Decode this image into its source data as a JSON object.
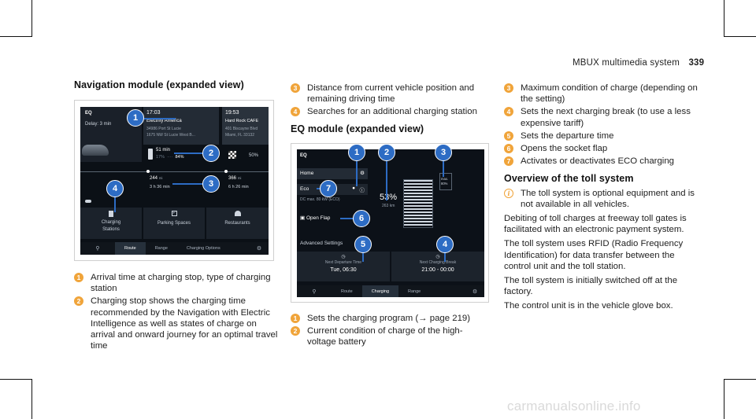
{
  "running_head": {
    "title": "MBUX multimedia system",
    "page": "339"
  },
  "nav_section": {
    "heading": "Navigation module (expanded view)",
    "items": [
      {
        "n": "1",
        "text": "Arrival time at charging stop, type of charging station"
      },
      {
        "n": "2",
        "text": "Charging stop shows the charging time recommended by the Navigation with Electric Intelligence as well as states of charge on arrival and onward journey for an optimal travel time"
      },
      {
        "n": "3",
        "text": "Distance from current vehicle position and remaining driving time"
      },
      {
        "n": "4",
        "text": "Searches for an additional charging station"
      }
    ]
  },
  "eco_section": {
    "heading": "EQ module (expanded view)",
    "items": [
      {
        "n": "1",
        "text": "Sets the charging program (→ page 219)"
      },
      {
        "n": "2",
        "text": "Current condition of charge of the high-voltage battery"
      },
      {
        "n": "3",
        "text": "Maximum condition of charge (depending on the setting)"
      },
      {
        "n": "4",
        "text": "Sets the next charging break (to use a less expensive tariff)"
      },
      {
        "n": "5",
        "text": "Sets the departure time"
      },
      {
        "n": "6",
        "text": "Opens the socket flap"
      },
      {
        "n": "7",
        "text": "Activates or deactivates ECO charging"
      }
    ]
  },
  "toll_section": {
    "heading": "Overview of the toll system",
    "note": "The toll system is optional equipment and is not available in all vehicles.",
    "paragraphs": [
      "Debiting of toll charges at freeway toll gates is facilitated with an electronic payment system.",
      "The toll system uses RFID (Radio Frequency Identification) for data transfer between the control unit and the toll station.",
      "The toll system is initially switched off at the factory.",
      "The control unit is in the vehicle glove box."
    ]
  },
  "nav_screen": {
    "delay": "Delay: 3 min",
    "stop1": {
      "time": "17:03",
      "name": "Electrify America",
      "addr1": "34986 Port St Lucie",
      "addr2": "1675 NW St Lucie West B..."
    },
    "stop2": {
      "time": "19:53",
      "name": "Hard Rock CAFE",
      "addr1": "401 Biscayne Blvd",
      "addr2": "Miami, FL 33132"
    },
    "charge": {
      "duration": "51 min",
      "from": "17%",
      "to": "84%"
    },
    "dest_charge": "50%",
    "leg1": {
      "dist": "244",
      "unit": "mi",
      "time": "3 h 36 min"
    },
    "leg2": {
      "dist": "366",
      "unit": "mi",
      "time": "6 h 26 min"
    },
    "tiles": [
      "Charging Stations",
      "Parking Spaces",
      "Restaurants"
    ],
    "tabs": [
      "Route",
      "Range",
      "Charging Options"
    ]
  },
  "eq_screen": {
    "home": "Home",
    "eco": "Eco",
    "dc": "DC max. 80 kW (ECO)",
    "percent": "53%",
    "range": "263 km",
    "max": "max. 80%",
    "open_flap": "Open Flap",
    "advanced": "Advanced Settings",
    "departure_label": "Next Departure Time",
    "departure_value": "Tue, 06:30",
    "break_label": "Next Charging Break",
    "break_value": "21:00 - 00:00",
    "tabs": [
      "Route",
      "Charging",
      "Range"
    ]
  },
  "watermark": "carmanualsonline.info"
}
